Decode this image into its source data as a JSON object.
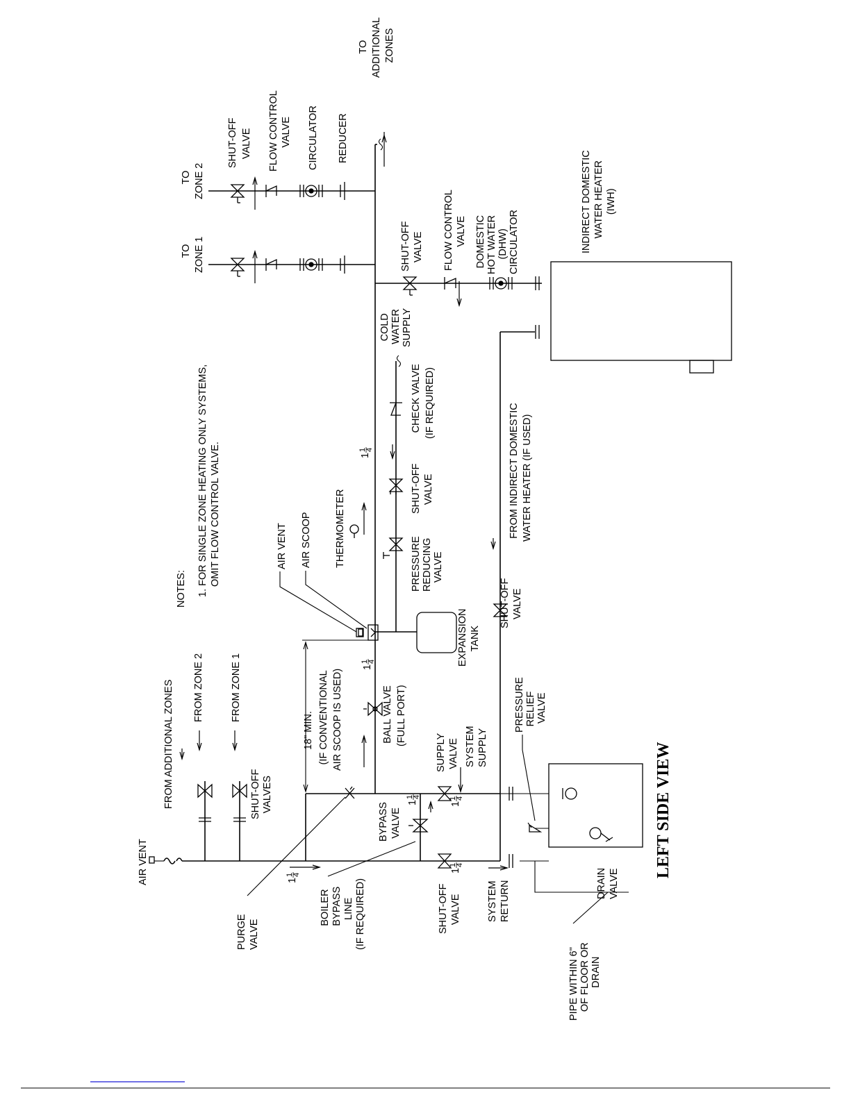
{
  "diagram": {
    "title": "LEFT SIDE VIEW",
    "notes_heading": "NOTES:",
    "notes": [
      "1.  FOR SINGLE ZONE HEATING ONLY SYSTEMS,",
      "OMIT FLOW CONTROL VALVE."
    ],
    "size_label": "1",
    "fraction_num": "1",
    "fraction_den": "4",
    "labels": {
      "air_vent_top": [
        "AIR VENT"
      ],
      "from_additional_zones": [
        "FROM ADDITIONAL ZONES"
      ],
      "from_zone_2": [
        "FROM  ZONE  2"
      ],
      "from_zone_1": [
        "FROM  ZONE  1"
      ],
      "shutoff_valves": [
        "SHUT-OFF",
        "VALVES"
      ],
      "eighteen_min": [
        "18\" MIN."
      ],
      "if_conventional": [
        "(IF CONVENTIONAL",
        "AIR SCOOP IS USED)"
      ],
      "air_vent": [
        "AIR VENT"
      ],
      "air_scoop": [
        "AIR  SCOOP"
      ],
      "thermometer": [
        "THERMOMETER"
      ],
      "to_zone_1": [
        "TO",
        "ZONE  1"
      ],
      "to_zone_2": [
        "TO",
        "ZONE  2"
      ],
      "shutoff_valve_top": [
        "SHUT-OFF",
        "VALVE"
      ],
      "flow_control_valve_top": [
        "FLOW  CONTROL",
        "VALVE"
      ],
      "circulator": [
        "CIRCULATOR"
      ],
      "reducer": [
        "REDUCER"
      ],
      "to_additional_zones": [
        "TO",
        "ADDITIONAL",
        "ZONES"
      ],
      "ball_valve": [
        "BALL  VALVE",
        "(FULL  PORT)"
      ],
      "expansion_tank": [
        "EXPANSION",
        "TANK"
      ],
      "pressure_reducing_valve": [
        "PRESSURE",
        "REDUCING",
        "VALVE"
      ],
      "shutoff_valve_cold": [
        "SHUT-OFF",
        "VALVE"
      ],
      "check_valve": [
        "CHECK  VALVE",
        "(IF  REQUIRED)"
      ],
      "cold_water_supply": [
        "COLD",
        "WATER",
        "SUPPLY"
      ],
      "shutoff_valve_dhw": [
        "SHUT-OFF",
        "VALVE"
      ],
      "flow_control_valve_dhw": [
        "FLOW  CONTROL",
        "VALVE"
      ],
      "dhw_circulator": [
        "DOMESTIC",
        "HOT  WATER",
        "(DHW)",
        "CIRCULATOR"
      ],
      "iwh": [
        "INDIRECT  DOMESTIC",
        "WATER  HEATER",
        "(IWH)"
      ],
      "supply_valve": [
        "SUPPLY",
        "VALVE"
      ],
      "system_supply": [
        "SYSTEM",
        "SUPPLY"
      ],
      "bypass_valve": [
        "BYPASS",
        "VALVE"
      ],
      "shutoff_valve_return_iwh": [
        "SHUT-OFF",
        "VALVE"
      ],
      "from_iwh": [
        "FROM  INDIRECT  DOMESTIC",
        "WATER  HEATER  (IF  USED)"
      ],
      "pressure_relief_valve": [
        "PRESSURE",
        "RELIEF",
        "VALVE"
      ],
      "purge_valve": [
        "PURGE",
        "VALVE"
      ],
      "boiler_bypass_line": [
        "BOILER",
        "BYPASS",
        "LINE",
        "(IF  REQUIRED)"
      ],
      "shutoff_valve_return": [
        "SHUT-OFF",
        "VALVE"
      ],
      "system_return": [
        "SYSTEM",
        "RETURN"
      ],
      "drain_valve": [
        "DRAIN",
        "VALVE"
      ],
      "pipe_within": [
        "PIPE  WITHIN  6\"",
        "OF  FLOOR  OR",
        "DRAIN"
      ]
    },
    "colors": {
      "ink": "#000000",
      "footer_rule": "#1a1ad8"
    }
  }
}
